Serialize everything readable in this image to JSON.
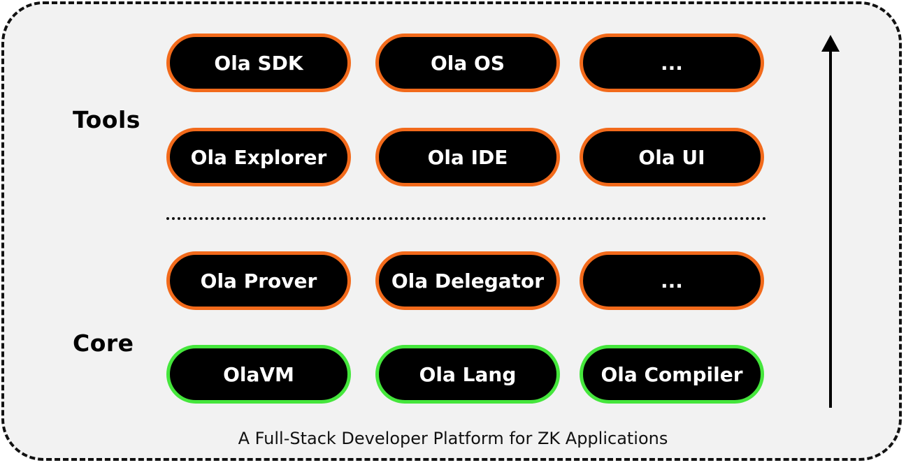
{
  "sections": {
    "tools_label": "Tools",
    "core_label": "Core"
  },
  "tools": {
    "row1": [
      "Ola SDK",
      "Ola OS",
      "..."
    ],
    "row2": [
      "Ola Explorer",
      "Ola IDE",
      "Ola UI"
    ]
  },
  "core": {
    "row1": [
      "Ola Prover",
      "Ola Delegator",
      "..."
    ],
    "row2": [
      "OlaVM",
      "Ola Lang",
      "Ola Compiler"
    ]
  },
  "caption": "A Full-Stack Developer Platform for ZK Applications",
  "colors": {
    "frame_background": "#f2f2f2",
    "pill_fill": "#000000",
    "tools_border": "#f26a1b",
    "core_base_border": "#45e63c",
    "text_on_pill": "#ffffff"
  }
}
